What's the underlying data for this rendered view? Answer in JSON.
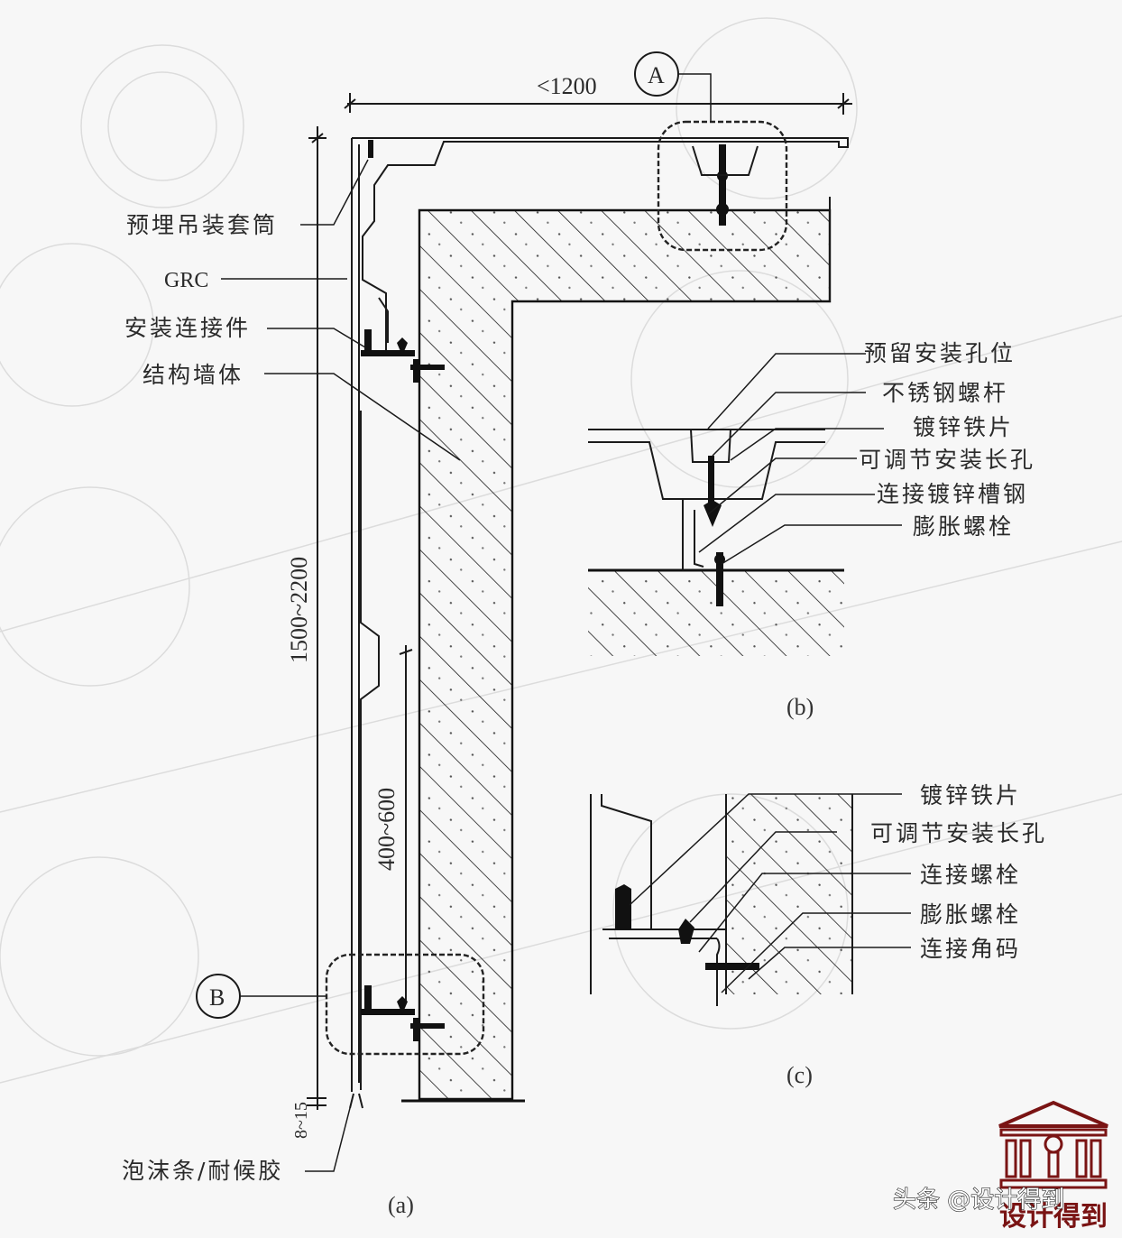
{
  "drawing": {
    "panel_a": {
      "caption": "(a)",
      "labels": {
        "embedded_sleeve": "预埋吊装套筒",
        "grc": "GRC",
        "connector": "安装连接件",
        "structural_wall": "结构墙体",
        "sealant": "泡沫条/耐候胶"
      },
      "dimensions": {
        "width": "<1200",
        "height": "1500~2200",
        "spacing": "400~600",
        "gap": "8~15"
      },
      "detail_markers": {
        "a": "A",
        "b": "B"
      }
    },
    "panel_b": {
      "caption": "(b)",
      "labels": [
        "预留安装孔位",
        "不锈钢螺杆",
        "镀锌铁片",
        "可调节安装长孔",
        "连接镀锌槽钢",
        "膨胀螺栓"
      ]
    },
    "panel_c": {
      "caption": "(c)",
      "labels": [
        "镀锌铁片",
        "可调节安装长孔",
        "连接螺栓",
        "膨胀螺栓",
        "连接角码"
      ]
    }
  },
  "branding": {
    "credit": "头条 @设计得到",
    "logo_text": "设计得到",
    "logo_color": "#7a1414"
  }
}
